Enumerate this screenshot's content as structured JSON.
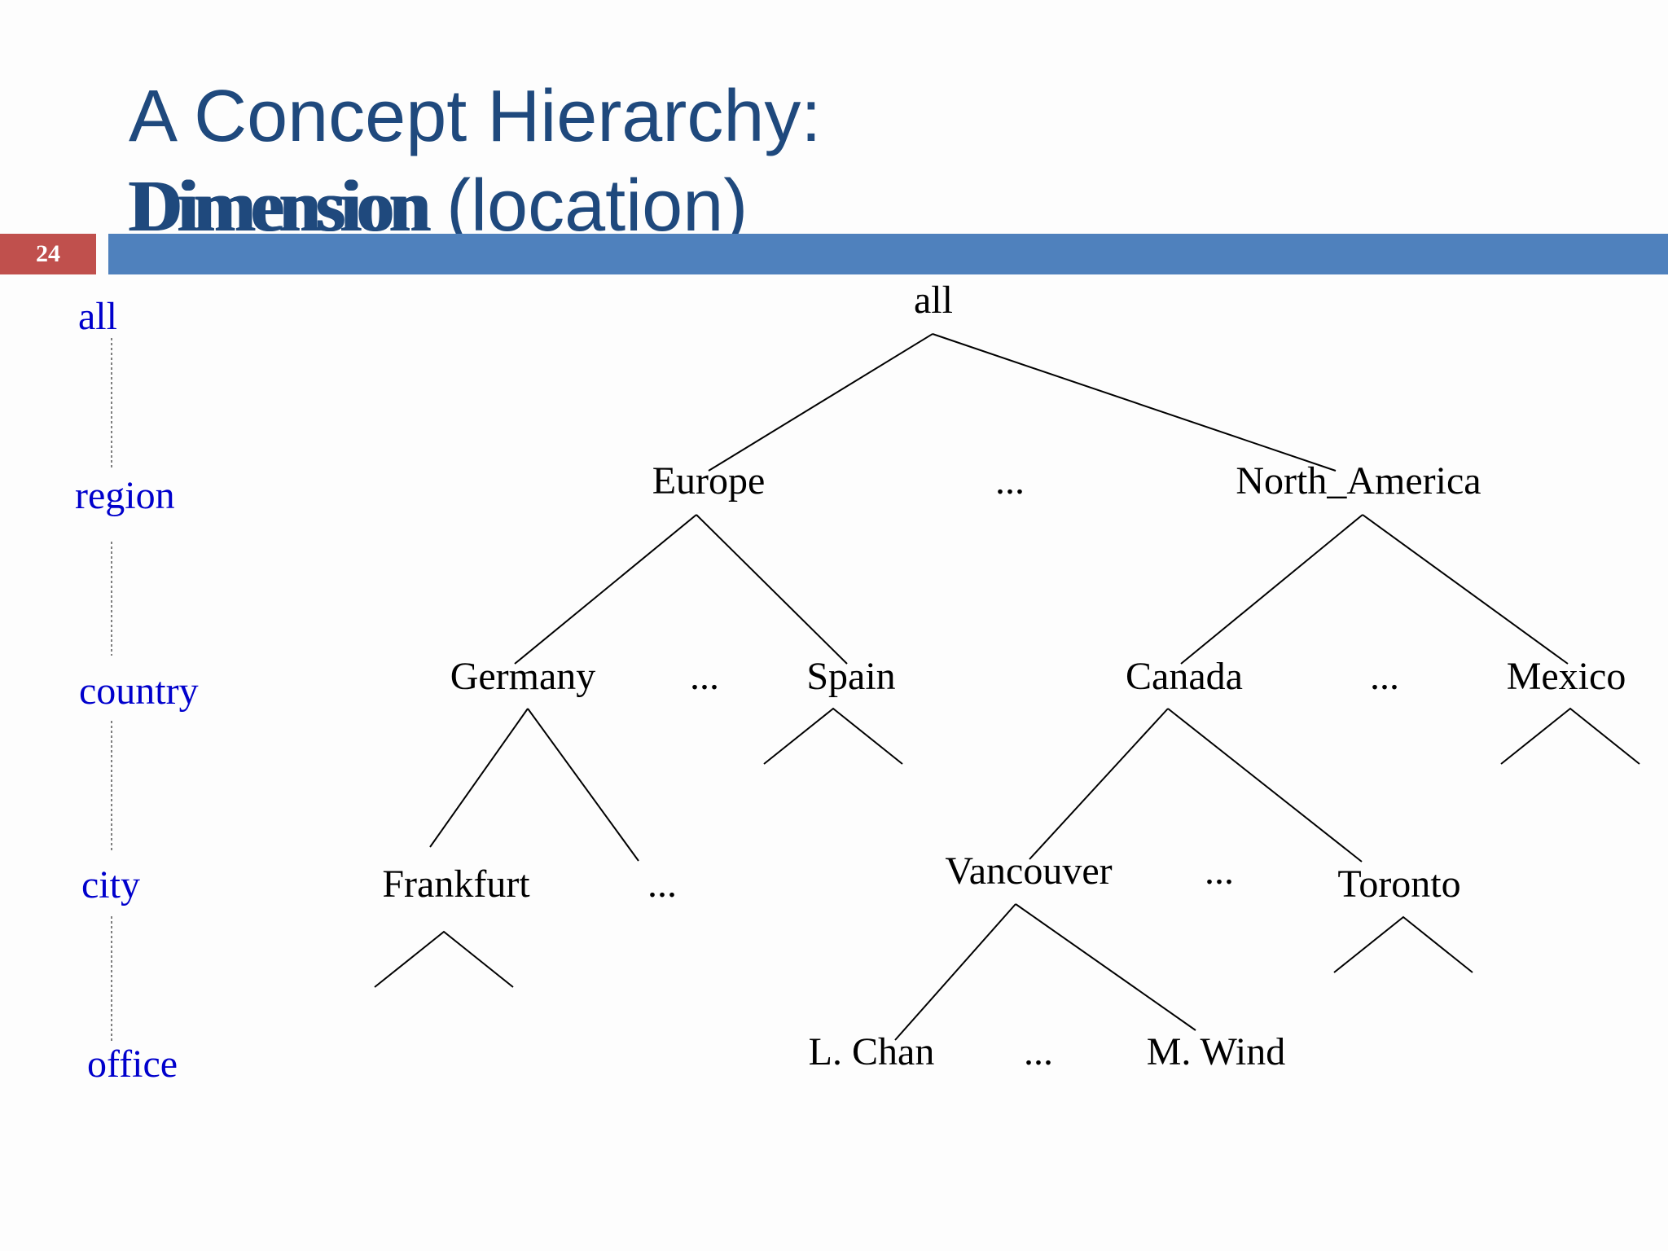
{
  "slide": {
    "number": "24",
    "title_line1": "A Concept Hierarchy:",
    "title_word_bold": "Dimension",
    "title_rest": " (location)"
  },
  "levels": [
    "all",
    "region",
    "country",
    "city",
    "office"
  ],
  "nodes": {
    "all": "all",
    "europe": "Europe",
    "region_ellipsis": "...",
    "north_america": "North_America",
    "germany": "Germany",
    "country_ellipsis_1": "...",
    "spain": "Spain",
    "canada": "Canada",
    "country_ellipsis_2": "...",
    "mexico": "Mexico",
    "frankfurt": "Frankfurt",
    "city_ellipsis_1": "...",
    "vancouver": "Vancouver",
    "city_ellipsis_2": "...",
    "toronto": "Toronto",
    "l_chan": "L. Chan",
    "office_ellipsis": "...",
    "m_wind": "M. Wind"
  },
  "colors": {
    "title": "#1f497d",
    "bar": "#4f81bd",
    "slide_number_bg": "#c0504d",
    "level_labels": "#0000cc"
  }
}
